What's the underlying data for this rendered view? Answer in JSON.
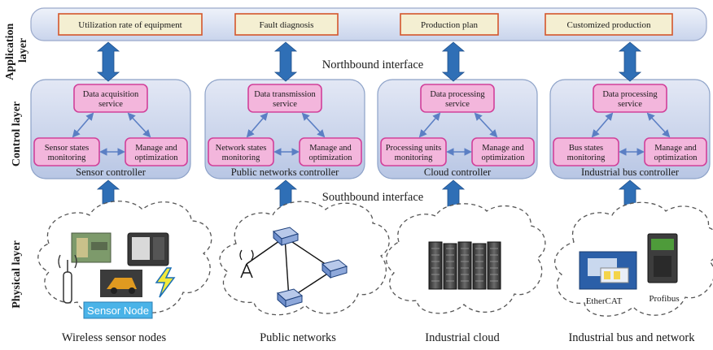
{
  "layers": {
    "application": "Application\nlayer",
    "control": "Control layer",
    "physical": "Physical layer"
  },
  "interfaces": {
    "northbound": "Northbound interface",
    "southbound": "Southbound interface"
  },
  "application_boxes": [
    "Utilization rate of equipment",
    "Fault diagnosis",
    "Production plan",
    "Customized production"
  ],
  "controllers": [
    {
      "name": "Sensor controller",
      "top_service": "Data acquisition\nservice",
      "left_service": "Sensor states\nmonitoring",
      "right_service": "Manage and\noptimization"
    },
    {
      "name": "Public networks controller",
      "top_service": "Data transmission\nservice",
      "left_service": "Network states\nmonitoring",
      "right_service": "Manage and\noptimization"
    },
    {
      "name": "Cloud controller",
      "top_service": "Data processing\nservice",
      "left_service": "Processing units\nmonitoring",
      "right_service": "Manage and\noptimization"
    },
    {
      "name": "Industrial bus controller",
      "top_service": "Data processing\nservice",
      "left_service": "Bus states\nmonitoring",
      "right_service": "Manage and\noptimization"
    }
  ],
  "physical": {
    "sensor_node_label": "Sensor Node",
    "ethercat_label": "EtherCAT",
    "profibus_label": "Profibus",
    "captions": [
      "Wireless sensor nodes",
      "Public networks",
      "Industrial cloud",
      "Industrial bus and network"
    ]
  },
  "colors": {
    "arrow": "#2f6fb6",
    "service_fill": "#f3b6dc",
    "service_border": "#d1409a",
    "app_box_fill": "#f4efd2",
    "app_box_border": "#d4562c"
  }
}
